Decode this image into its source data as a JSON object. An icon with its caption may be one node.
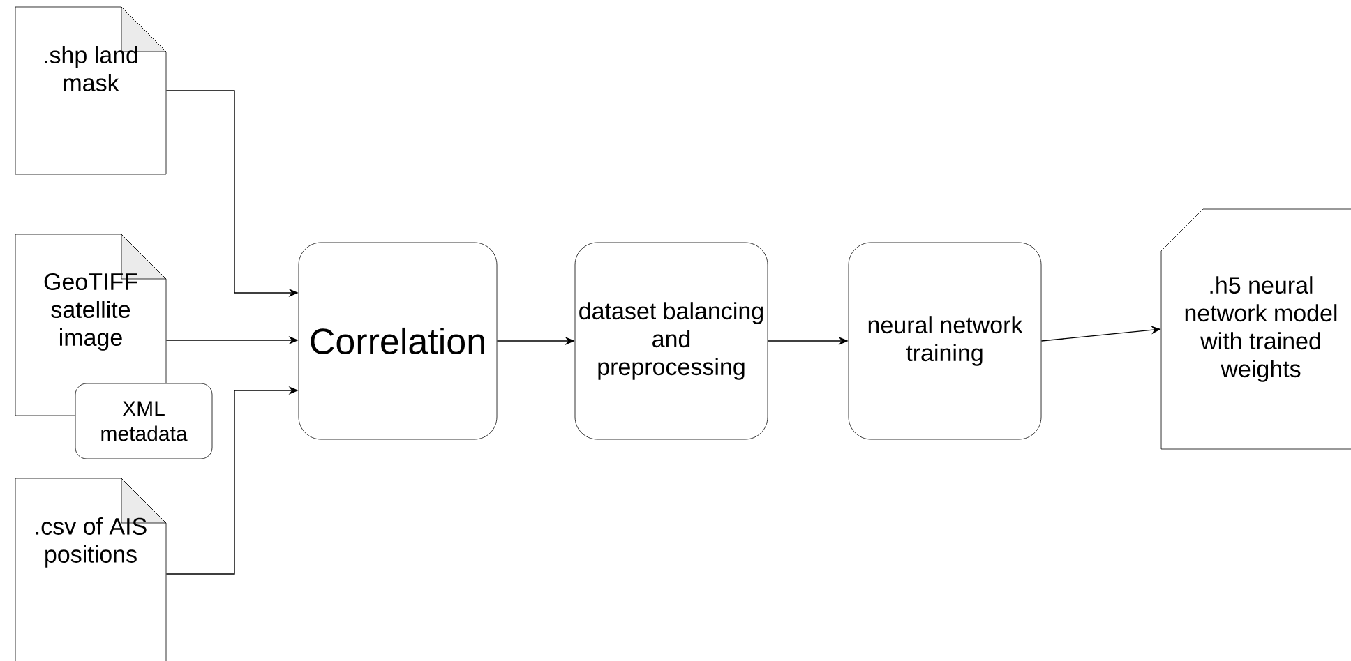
{
  "diagram": {
    "nodes": [
      {
        "text": [
          ".shp land mask"
        ]
      },
      {
        "text": [
          "GeoTIFF satellite image"
        ]
      },
      {
        "text": [
          "XML metadata"
        ]
      },
      {
        "text": [
          ".csv of AIS positions"
        ]
      },
      {
        "text": [
          "Correlation"
        ]
      },
      {
        "text": [
          "dataset balancing and preprocessing"
        ]
      },
      {
        "text": [
          "neural network training"
        ]
      },
      {
        "text": [
          ".h5 neural network model with trained weights"
        ]
      }
    ],
    "edges": [
      {
        "from": 0,
        "to": 4,
        "arrow": "to"
      },
      {
        "from": 1,
        "to": 4,
        "arrow": "to"
      },
      {
        "from": 3,
        "to": 4,
        "arrow": "to"
      },
      {
        "from": 4,
        "to": 5,
        "arrow": "to"
      },
      {
        "from": 5,
        "to": 6,
        "arrow": "to"
      },
      {
        "from": 6,
        "to": 7,
        "arrow": "to"
      }
    ]
  }
}
